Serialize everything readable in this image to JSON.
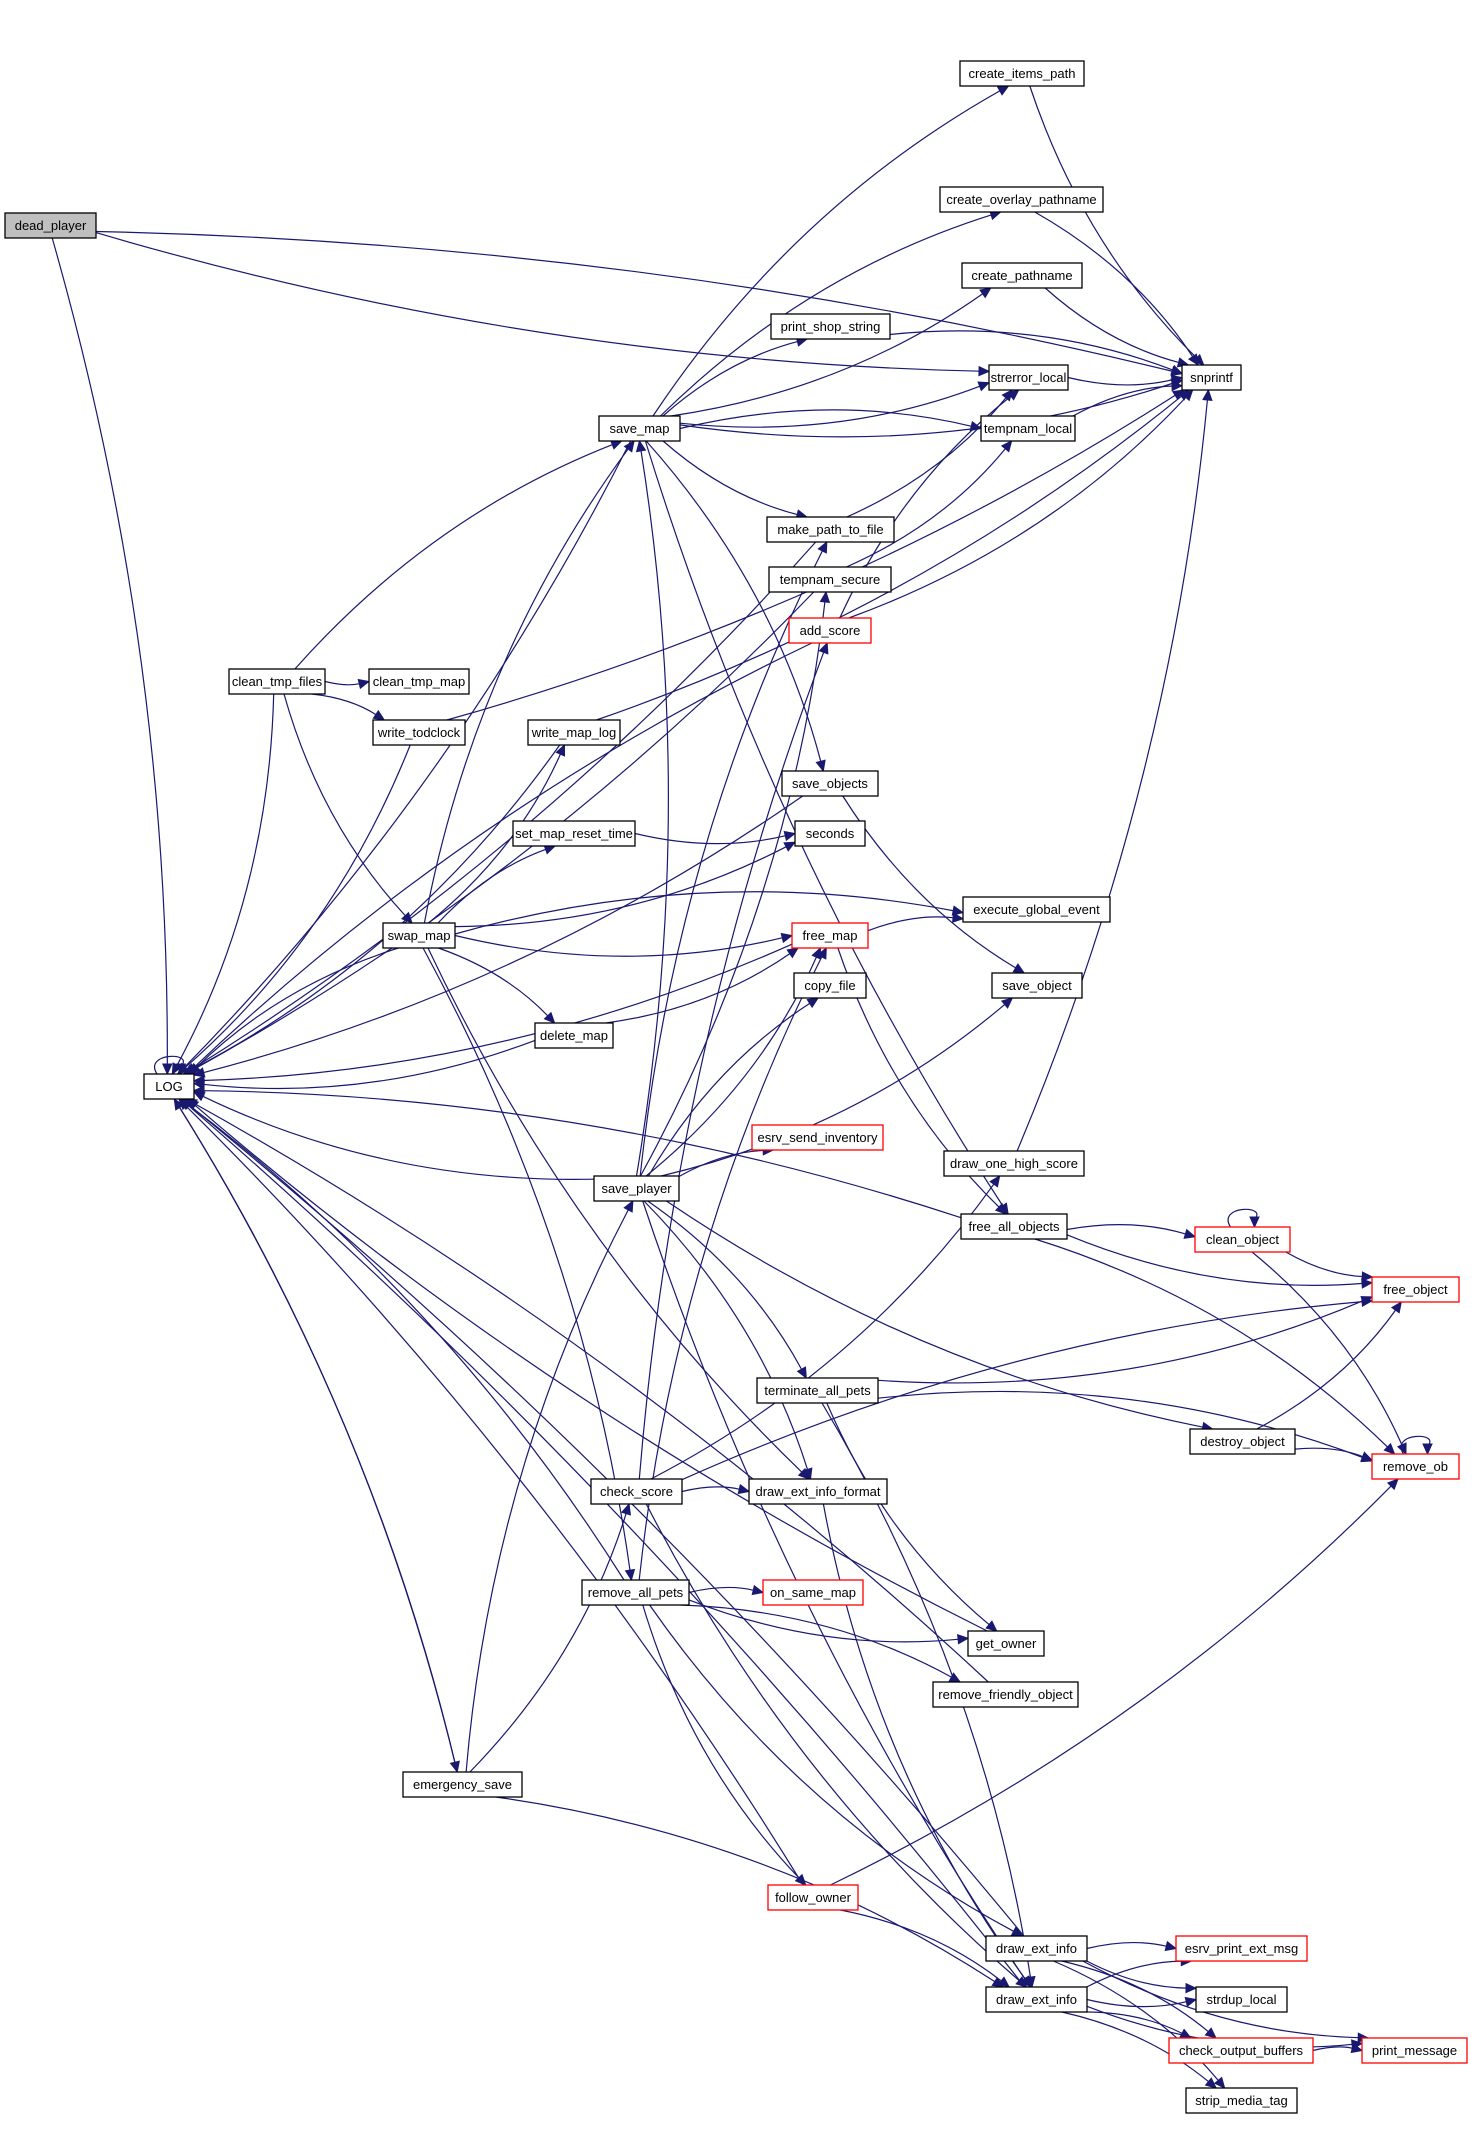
{
  "title": "dead_player call graph",
  "colors": {
    "edge": "#191970",
    "node_border": "#000000",
    "node_truncated_border": "#ff0000",
    "root_fill": "#bfbfbf",
    "node_fill": "#ffffff"
  },
  "root": "dead_player",
  "nodes": [
    {
      "id": "dead_player",
      "label": "dead_player",
      "kind": "root"
    },
    {
      "id": "LOG",
      "label": "LOG",
      "kind": "normal"
    },
    {
      "id": "snprintf",
      "label": "snprintf",
      "kind": "normal"
    },
    {
      "id": "strerror_local",
      "label": "strerror_local",
      "kind": "normal"
    },
    {
      "id": "save_map",
      "label": "save_map",
      "kind": "normal"
    },
    {
      "id": "create_items_path",
      "label": "create_items_path",
      "kind": "normal"
    },
    {
      "id": "create_overlay_pathname",
      "label": "create_overlay_pathname",
      "kind": "normal"
    },
    {
      "id": "create_pathname",
      "label": "create_pathname",
      "kind": "normal"
    },
    {
      "id": "print_shop_string",
      "label": "print_shop_string",
      "kind": "normal"
    },
    {
      "id": "tempnam_local",
      "label": "tempnam_local",
      "kind": "normal"
    },
    {
      "id": "make_path_to_file",
      "label": "make_path_to_file",
      "kind": "normal"
    },
    {
      "id": "tempnam_secure",
      "label": "tempnam_secure",
      "kind": "normal"
    },
    {
      "id": "add_score",
      "label": "add_score",
      "kind": "truncated"
    },
    {
      "id": "clean_tmp_files",
      "label": "clean_tmp_files",
      "kind": "normal"
    },
    {
      "id": "clean_tmp_map",
      "label": "clean_tmp_map",
      "kind": "normal"
    },
    {
      "id": "write_todclock",
      "label": "write_todclock",
      "kind": "normal"
    },
    {
      "id": "write_map_log",
      "label": "write_map_log",
      "kind": "normal"
    },
    {
      "id": "save_objects",
      "label": "save_objects",
      "kind": "normal"
    },
    {
      "id": "set_map_reset_time",
      "label": "set_map_reset_time",
      "kind": "normal"
    },
    {
      "id": "seconds",
      "label": "seconds",
      "kind": "normal"
    },
    {
      "id": "swap_map",
      "label": "swap_map",
      "kind": "normal"
    },
    {
      "id": "execute_global_event",
      "label": "execute_global_event",
      "kind": "normal"
    },
    {
      "id": "free_map",
      "label": "free_map",
      "kind": "truncated"
    },
    {
      "id": "copy_file",
      "label": "copy_file",
      "kind": "normal"
    },
    {
      "id": "save_object",
      "label": "save_object",
      "kind": "normal"
    },
    {
      "id": "delete_map",
      "label": "delete_map",
      "kind": "normal"
    },
    {
      "id": "esrv_send_inventory",
      "label": "esrv_send_inventory",
      "kind": "truncated"
    },
    {
      "id": "save_player",
      "label": "save_player",
      "kind": "normal"
    },
    {
      "id": "draw_one_high_score",
      "label": "draw_one_high_score",
      "kind": "normal"
    },
    {
      "id": "free_all_objects",
      "label": "free_all_objects",
      "kind": "normal"
    },
    {
      "id": "clean_object",
      "label": "clean_object",
      "kind": "truncated"
    },
    {
      "id": "free_object",
      "label": "free_object",
      "kind": "truncated"
    },
    {
      "id": "terminate_all_pets",
      "label": "terminate_all_pets",
      "kind": "normal"
    },
    {
      "id": "destroy_object",
      "label": "destroy_object",
      "kind": "normal"
    },
    {
      "id": "remove_ob",
      "label": "remove_ob",
      "kind": "truncated"
    },
    {
      "id": "check_score",
      "label": "check_score",
      "kind": "normal"
    },
    {
      "id": "draw_ext_info_format",
      "label": "draw_ext_info_format",
      "kind": "normal"
    },
    {
      "id": "remove_all_pets",
      "label": "remove_all_pets",
      "kind": "normal"
    },
    {
      "id": "on_same_map",
      "label": "on_same_map",
      "kind": "truncated"
    },
    {
      "id": "get_owner",
      "label": "get_owner",
      "kind": "normal"
    },
    {
      "id": "remove_friendly_object",
      "label": "remove_friendly_object",
      "kind": "normal"
    },
    {
      "id": "emergency_save",
      "label": "emergency_save",
      "kind": "normal"
    },
    {
      "id": "follow_owner",
      "label": "follow_owner",
      "kind": "truncated"
    },
    {
      "id": "draw_ext_info_a",
      "label": "draw_ext_info",
      "kind": "normal"
    },
    {
      "id": "draw_ext_info_b",
      "label": "draw_ext_info",
      "kind": "normal"
    },
    {
      "id": "esrv_print_ext_msg",
      "label": "esrv_print_ext_msg",
      "kind": "truncated"
    },
    {
      "id": "strdup_local",
      "label": "strdup_local",
      "kind": "normal"
    },
    {
      "id": "check_output_buffers",
      "label": "check_output_buffers",
      "kind": "truncated"
    },
    {
      "id": "print_message",
      "label": "print_message",
      "kind": "truncated"
    },
    {
      "id": "strip_media_tag",
      "label": "strip_media_tag",
      "kind": "normal"
    }
  ],
  "edges": [
    [
      "dead_player",
      "snprintf"
    ],
    [
      "dead_player",
      "strerror_local"
    ],
    [
      "dead_player",
      "LOG"
    ],
    [
      "LOG",
      "LOG"
    ],
    [
      "save_map",
      "create_items_path"
    ],
    [
      "save_map",
      "snprintf"
    ],
    [
      "save_map",
      "create_overlay_pathname"
    ],
    [
      "save_map",
      "create_pathname"
    ],
    [
      "save_map",
      "print_shop_string"
    ],
    [
      "save_map",
      "strerror_local"
    ],
    [
      "save_map",
      "tempnam_local"
    ],
    [
      "save_map",
      "make_path_to_file"
    ],
    [
      "save_map",
      "save_objects"
    ],
    [
      "save_map",
      "free_all_objects"
    ],
    [
      "save_map",
      "LOG"
    ],
    [
      "create_items_path",
      "snprintf"
    ],
    [
      "create_overlay_pathname",
      "snprintf"
    ],
    [
      "create_pathname",
      "snprintf"
    ],
    [
      "print_shop_string",
      "snprintf"
    ],
    [
      "strerror_local",
      "snprintf"
    ],
    [
      "tempnam_local",
      "snprintf"
    ],
    [
      "make_path_to_file",
      "strerror_local"
    ],
    [
      "make_path_to_file",
      "LOG"
    ],
    [
      "tempnam_secure",
      "tempnam_local"
    ],
    [
      "tempnam_secure",
      "LOG"
    ],
    [
      "add_score",
      "snprintf"
    ],
    [
      "add_score",
      "strerror_local"
    ],
    [
      "add_score",
      "LOG"
    ],
    [
      "clean_tmp_files",
      "save_map"
    ],
    [
      "clean_tmp_files",
      "clean_tmp_map"
    ],
    [
      "clean_tmp_files",
      "write_todclock"
    ],
    [
      "clean_tmp_files",
      "swap_map"
    ],
    [
      "clean_tmp_files",
      "LOG"
    ],
    [
      "write_todclock",
      "snprintf"
    ],
    [
      "write_todclock",
      "LOG"
    ],
    [
      "write_map_log",
      "snprintf"
    ],
    [
      "write_map_log",
      "LOG"
    ],
    [
      "save_objects",
      "save_object"
    ],
    [
      "save_objects",
      "LOG"
    ],
    [
      "set_map_reset_time",
      "seconds"
    ],
    [
      "swap_map",
      "save_map"
    ],
    [
      "swap_map",
      "write_map_log"
    ],
    [
      "swap_map",
      "set_map_reset_time"
    ],
    [
      "swap_map",
      "seconds"
    ],
    [
      "swap_map",
      "execute_global_event"
    ],
    [
      "swap_map",
      "free_map"
    ],
    [
      "swap_map",
      "delete_map"
    ],
    [
      "swap_map",
      "draw_ext_info_format"
    ],
    [
      "swap_map",
      "remove_all_pets"
    ],
    [
      "swap_map",
      "LOG"
    ],
    [
      "free_map",
      "execute_global_event"
    ],
    [
      "free_map",
      "free_all_objects"
    ],
    [
      "free_map",
      "LOG"
    ],
    [
      "delete_map",
      "free_map"
    ],
    [
      "delete_map",
      "LOG"
    ],
    [
      "save_player",
      "save_map"
    ],
    [
      "save_player",
      "make_path_to_file"
    ],
    [
      "save_player",
      "tempnam_secure"
    ],
    [
      "save_player",
      "copy_file"
    ],
    [
      "save_player",
      "save_object"
    ],
    [
      "save_player",
      "esrv_send_inventory"
    ],
    [
      "save_player",
      "free_map"
    ],
    [
      "save_player",
      "terminate_all_pets"
    ],
    [
      "save_player",
      "destroy_object"
    ],
    [
      "save_player",
      "draw_ext_info_format"
    ],
    [
      "save_player",
      "draw_ext_info_b"
    ],
    [
      "save_player",
      "LOG"
    ],
    [
      "draw_one_high_score",
      "snprintf"
    ],
    [
      "free_all_objects",
      "clean_object"
    ],
    [
      "free_all_objects",
      "free_object"
    ],
    [
      "free_all_objects",
      "remove_ob"
    ],
    [
      "free_all_objects",
      "LOG"
    ],
    [
      "clean_object",
      "clean_object"
    ],
    [
      "clean_object",
      "free_object"
    ],
    [
      "clean_object",
      "remove_ob"
    ],
    [
      "terminate_all_pets",
      "free_object"
    ],
    [
      "terminate_all_pets",
      "remove_ob"
    ],
    [
      "terminate_all_pets",
      "get_owner"
    ],
    [
      "terminate_all_pets",
      "draw_ext_info_b"
    ],
    [
      "destroy_object",
      "free_object"
    ],
    [
      "destroy_object",
      "remove_ob"
    ],
    [
      "remove_ob",
      "remove_ob"
    ],
    [
      "check_score",
      "add_score"
    ],
    [
      "check_score",
      "draw_one_high_score"
    ],
    [
      "check_score",
      "draw_ext_info_format"
    ],
    [
      "check_score",
      "draw_ext_info_b"
    ],
    [
      "check_score",
      "free_object"
    ],
    [
      "draw_ext_info_format",
      "draw_ext_info_b"
    ],
    [
      "remove_all_pets",
      "on_same_map"
    ],
    [
      "remove_all_pets",
      "get_owner"
    ],
    [
      "remove_all_pets",
      "remove_friendly_object"
    ],
    [
      "remove_all_pets",
      "follow_owner"
    ],
    [
      "remove_all_pets",
      "free_map"
    ],
    [
      "remove_all_pets",
      "LOG"
    ],
    [
      "get_owner",
      "LOG"
    ],
    [
      "remove_friendly_object",
      "LOG"
    ],
    [
      "emergency_save",
      "save_player"
    ],
    [
      "emergency_save",
      "check_score"
    ],
    [
      "emergency_save",
      "draw_ext_info_b"
    ],
    [
      "emergency_save",
      "LOG"
    ],
    [
      "LOG",
      "emergency_save"
    ],
    [
      "follow_owner",
      "remove_ob"
    ],
    [
      "follow_owner",
      "draw_ext_info_b"
    ],
    [
      "follow_owner",
      "LOG"
    ],
    [
      "draw_ext_info_a",
      "esrv_print_ext_msg"
    ],
    [
      "draw_ext_info_a",
      "strdup_local"
    ],
    [
      "draw_ext_info_a",
      "check_output_buffers"
    ],
    [
      "draw_ext_info_a",
      "print_message"
    ],
    [
      "draw_ext_info_a",
      "strip_media_tag"
    ],
    [
      "draw_ext_info_a",
      "LOG"
    ],
    [
      "draw_ext_info_b",
      "esrv_print_ext_msg"
    ],
    [
      "draw_ext_info_b",
      "strdup_local"
    ],
    [
      "draw_ext_info_b",
      "check_output_buffers"
    ],
    [
      "draw_ext_info_b",
      "print_message"
    ],
    [
      "draw_ext_info_b",
      "strip_media_tag"
    ],
    [
      "draw_ext_info_b",
      "LOG"
    ],
    [
      "check_output_buffers",
      "print_message"
    ],
    [
      "remove_all_pets",
      "draw_ext_info_a"
    ]
  ]
}
